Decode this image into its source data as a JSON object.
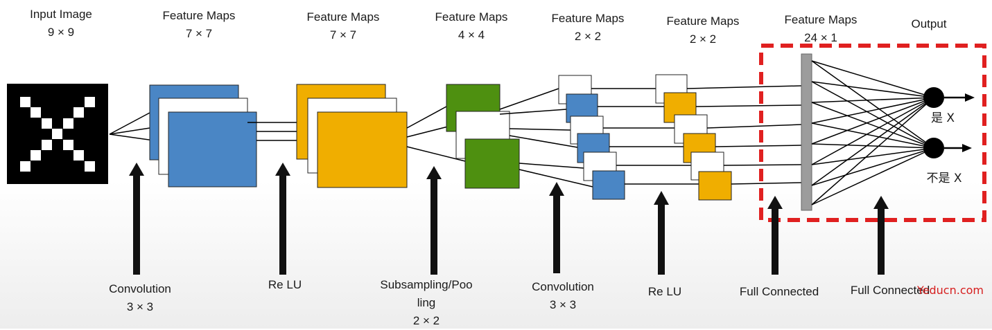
{
  "headers": [
    {
      "title": "Input Image",
      "size": "9 × 9"
    },
    {
      "title": "Feature Maps",
      "size": "7 × 7"
    },
    {
      "title": "Feature Maps",
      "size": "7 × 7"
    },
    {
      "title": "Feature Maps",
      "size": "4 × 4"
    },
    {
      "title": "Feature Maps",
      "size": "2 × 2"
    },
    {
      "title": "Feature Maps",
      "size": "2 × 2"
    },
    {
      "title": "Feature Maps",
      "size": "24 × 1"
    },
    {
      "title": "Output",
      "size": ""
    }
  ],
  "operations": [
    {
      "line1": "Convolution",
      "line2": "3 × 3",
      "line3": ""
    },
    {
      "line1": "Re LU",
      "line2": "",
      "line3": ""
    },
    {
      "line1": "Subsampling/Poo",
      "line2": "ling",
      "line3": "2 × 2"
    },
    {
      "line1": "Convolution",
      "line2": "3 × 3",
      "line3": ""
    },
    {
      "line1": "Re LU",
      "line2": "",
      "line3": ""
    },
    {
      "line1": "Full Connected",
      "line2": "",
      "line3": ""
    },
    {
      "line1": "Full Connected",
      "line2": "",
      "line3": ""
    }
  ],
  "outputs": [
    "是 X",
    "不是 X"
  ],
  "watermark": "Yeducn.com",
  "colors": {
    "blue": "#4a86c5",
    "orange": "#f0ae00",
    "green": "#4e9010",
    "highlight": "#e02020",
    "bar": "#9c9c9c"
  }
}
